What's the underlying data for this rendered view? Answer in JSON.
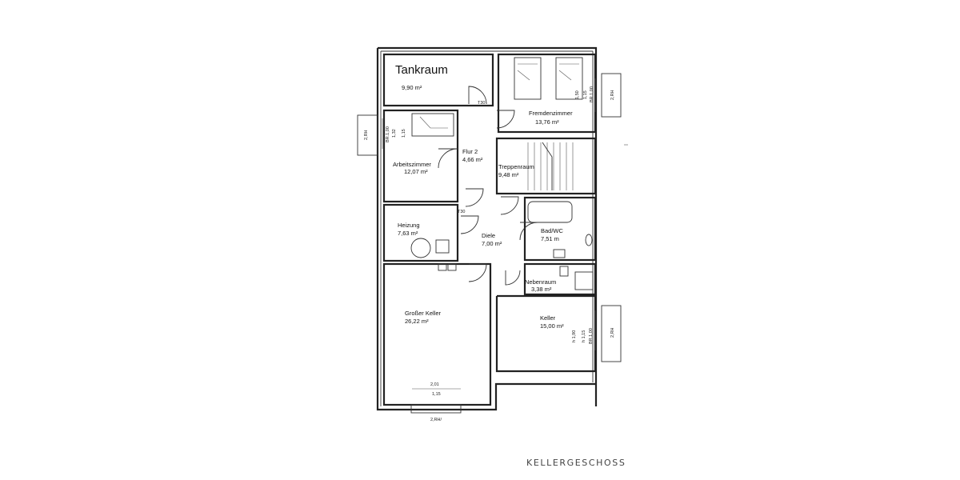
{
  "caption": "KELLERGESCHOSS",
  "rooms": {
    "tankraum": {
      "name": "Tankraum",
      "area": "9,90 m²"
    },
    "fremdenzimmer": {
      "name": "Fremdenzimmer",
      "area": "13,76 m²"
    },
    "arbeitszimmer": {
      "name": "Arbeitszimmer",
      "area": "12,07 m²"
    },
    "flur2": {
      "name": "Flur 2",
      "area": "4,66 m²"
    },
    "treppenraum": {
      "name": "Treppenraum",
      "area": "9,48 m²"
    },
    "heizung": {
      "name": "Heizung",
      "area": "7,63 m²"
    },
    "diele": {
      "name": "Diele",
      "area": "7,00 m²"
    },
    "badwc": {
      "name": "Bad/WC",
      "area": "7,51 m"
    },
    "nebenraum": {
      "name": "Nebenraum",
      "area": "3,38 m²"
    },
    "grosser_keller": {
      "name": "Großer Keller",
      "area": "26,22 m²"
    },
    "keller": {
      "name": "Keller",
      "area": "15,00 m²"
    }
  },
  "door_labels": {
    "t30_top": "T30",
    "t30_mid": "T30"
  },
  "dimensions": {
    "fremden_a": "1,50",
    "fremden_b": "1,15",
    "fremden_c": "BR.1,00",
    "fremden_lw": "2,RH",
    "arbeits_a": "BR.1,00",
    "arbeits_b": "1,32",
    "arbeits_c": "1,15",
    "arbeits_lw": "2,RH",
    "keller_a": "h 1,90",
    "keller_b": "h 1,15",
    "keller_c": "BR.1,00",
    "keller_lw": "2,RH",
    "gross_a": "2,01",
    "gross_b": "1,15",
    "gross_lw": "2,RH/"
  }
}
